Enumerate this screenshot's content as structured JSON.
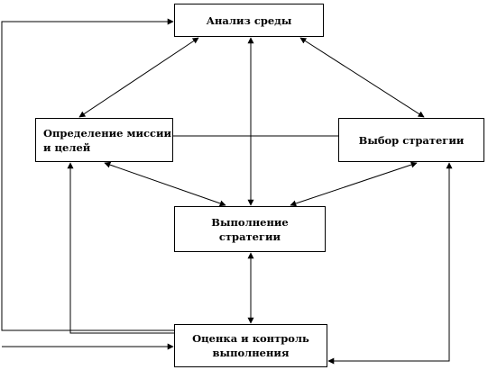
{
  "diagram": {
    "nodes": {
      "environment_analysis": "Анализ среды",
      "mission_definition_line1": "Определение миссии",
      "mission_definition_line2": "и целей",
      "strategy_choice": "Выбор стратегии",
      "strategy_execution_line1": "Выполнение",
      "strategy_execution_line2": "стратегии",
      "evaluation_line1": "Оценка и контроль",
      "evaluation_line2": "выполнения"
    }
  }
}
